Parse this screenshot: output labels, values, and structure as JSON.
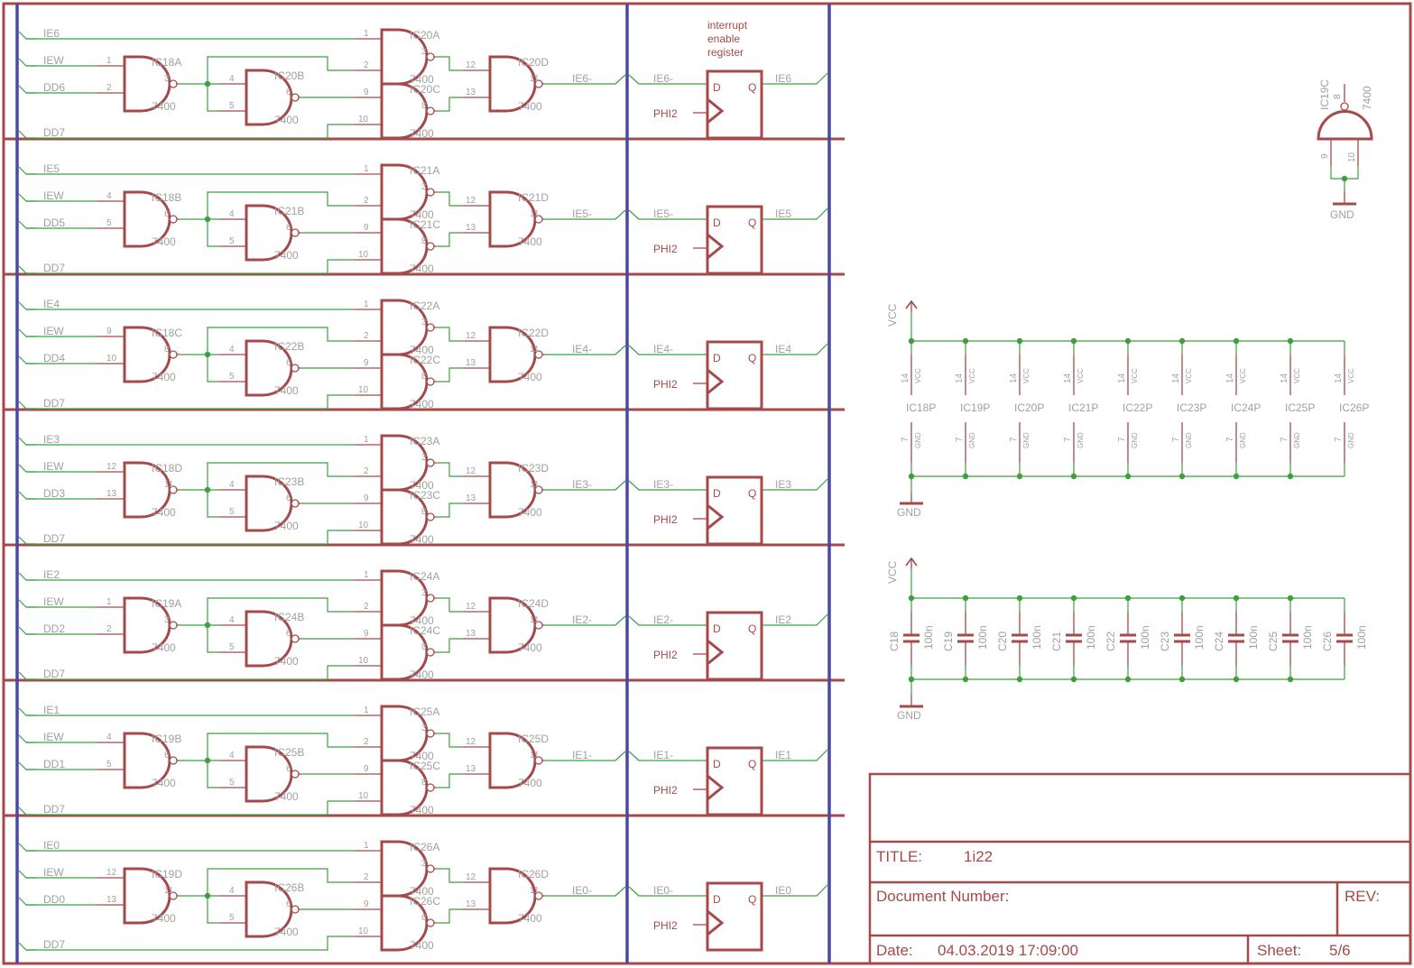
{
  "colors": {
    "symbol": "#a54a4a",
    "wire": "#3f9f3f",
    "bus": "#4a4aa5",
    "label": "#a0a0a0",
    "junction": "#3f9f3f"
  },
  "register_note": [
    "interrupt",
    "enable",
    "register"
  ],
  "rows": [
    {
      "ie": "IE6",
      "iew": "IEW",
      "dd": "DD6",
      "dd7": "DD7",
      "g1": "IC18A",
      "g1pins": [
        "1",
        "2",
        "3"
      ],
      "g2": "IC20B",
      "g3a": "IC20A",
      "g3c": "IC20C",
      "g4": "IC20D",
      "out": "IE6-",
      "q": "IE6"
    },
    {
      "ie": "IE5",
      "iew": "IEW",
      "dd": "DD5",
      "dd7": "DD7",
      "g1": "IC18B",
      "g1pins": [
        "4",
        "5",
        "6"
      ],
      "g2": "IC21B",
      "g3a": "IC21A",
      "g3c": "IC21C",
      "g4": "IC21D",
      "out": "IE5-",
      "q": "IE5"
    },
    {
      "ie": "IE4",
      "iew": "IEW",
      "dd": "DD4",
      "dd7": "DD7",
      "g1": "IC18C",
      "g1pins": [
        "9",
        "10",
        "8"
      ],
      "g2": "IC22B",
      "g3a": "IC22A",
      "g3c": "IC22C",
      "g4": "IC22D",
      "out": "IE4-",
      "q": "IE4"
    },
    {
      "ie": "IE3",
      "iew": "IEW",
      "dd": "DD3",
      "dd7": "DD7",
      "g1": "IC18D",
      "g1pins": [
        "12",
        "13",
        "11"
      ],
      "g2": "IC23B",
      "g3a": "IC23A",
      "g3c": "IC23C",
      "g4": "IC23D",
      "out": "IE3-",
      "q": "IE3"
    },
    {
      "ie": "IE2",
      "iew": "IEW",
      "dd": "DD2",
      "dd7": "DD7",
      "g1": "IC19A",
      "g1pins": [
        "1",
        "2",
        "3"
      ],
      "g2": "IC24B",
      "g3a": "IC24A",
      "g3c": "IC24C",
      "g4": "IC24D",
      "out": "IE2-",
      "q": "IE2"
    },
    {
      "ie": "IE1",
      "iew": "IEW",
      "dd": "DD1",
      "dd7": "DD7",
      "g1": "IC19B",
      "g1pins": [
        "4",
        "5",
        "6"
      ],
      "g2": "IC25B",
      "g3a": "IC25A",
      "g3c": "IC25C",
      "g4": "IC25D",
      "out": "IE1-",
      "q": "IE1"
    },
    {
      "ie": "IE0",
      "iew": "IEW",
      "dd": "DD0",
      "dd7": "DD7",
      "g1": "IC19D",
      "g1pins": [
        "12",
        "13",
        "11"
      ],
      "g2": "IC26B",
      "g3a": "IC26A",
      "g3c": "IC26C",
      "g4": "IC26D",
      "out": "IE0-",
      "q": "IE0"
    }
  ],
  "part_value": "7400",
  "ff": {
    "d": "D",
    "q": "Q",
    "clk": "PHI2"
  },
  "unused_gate": {
    "name": "IC19C",
    "value": "7400",
    "pins": [
      "9",
      "10",
      "8"
    ],
    "gnd": "GND"
  },
  "power_block": {
    "vcc": "VCC",
    "gnd": "GND",
    "vcc_pin": "14",
    "vcc_name": "VCC",
    "gnd_pin": "7",
    "gnd_name": "GND",
    "parts": [
      "IC18P",
      "IC19P",
      "IC20P",
      "IC21P",
      "IC22P",
      "IC23P",
      "IC24P",
      "IC25P",
      "IC26P"
    ]
  },
  "cap_block": {
    "vcc": "VCC",
    "gnd": "GND",
    "caps": [
      {
        "name": "C18",
        "value": "100n"
      },
      {
        "name": "C19",
        "value": "100n"
      },
      {
        "name": "C20",
        "value": "100n"
      },
      {
        "name": "C21",
        "value": "100n"
      },
      {
        "name": "C22",
        "value": "100n"
      },
      {
        "name": "C23",
        "value": "100n"
      },
      {
        "name": "C24",
        "value": "100n"
      },
      {
        "name": "C25",
        "value": "100n"
      },
      {
        "name": "C26",
        "value": "100n"
      }
    ]
  },
  "title_block": {
    "title_label": "TITLE:",
    "title": "1i22",
    "docnum_label": "Document Number:",
    "docnum": "",
    "rev_label": "REV:",
    "rev": "",
    "date_label": "Date:",
    "date": "04.03.2019 17:09:00",
    "sheet_label": "Sheet:",
    "sheet": "5/6"
  }
}
